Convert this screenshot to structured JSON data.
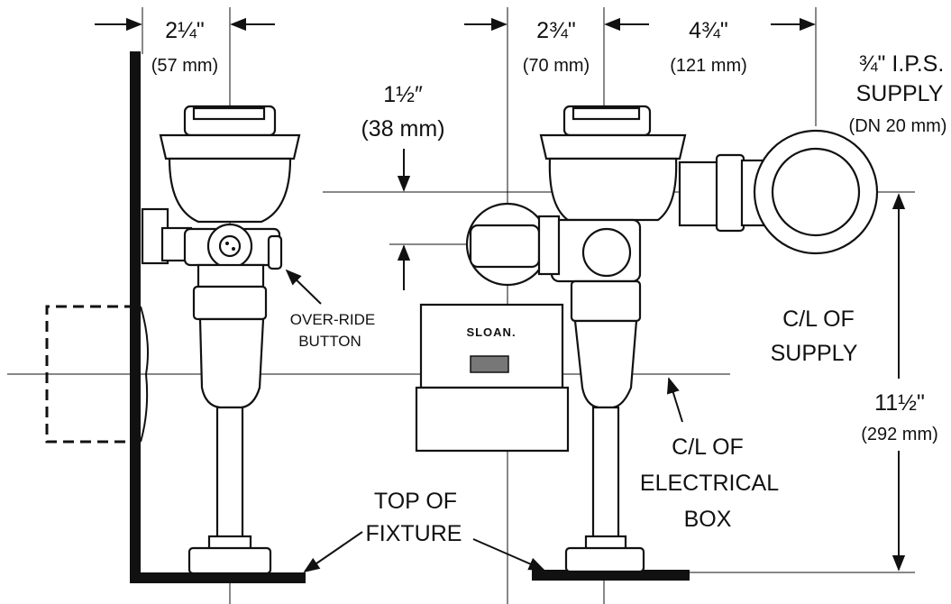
{
  "dimensions": {
    "left_width": {
      "value": "2¼\"",
      "metric": "(57 mm)"
    },
    "height_small": {
      "value": "1½″",
      "metric": "(38 mm)"
    },
    "mid_width": {
      "value": "2¾\"",
      "metric": "(70 mm)"
    },
    "right_width": {
      "value": "4¾\"",
      "metric": "(121 mm)"
    },
    "total_height": {
      "value": "11½\"",
      "metric": "(292 mm)"
    }
  },
  "supply": {
    "line1": "¾\" I.P.S.",
    "line2": "SUPPLY",
    "line3": "(DN 20 mm)"
  },
  "labels": {
    "override_line1": "OVER-RIDE",
    "override_line2": "BUTTON",
    "cl_supply_line1": "C/L OF",
    "cl_supply_line2": "SUPPLY",
    "cl_elec_line1": "C/L OF",
    "cl_elec_line2": "ELECTRICAL",
    "cl_elec_line3": "BOX",
    "fixture_line1": "TOP OF",
    "fixture_line2": "FIXTURE",
    "brand": "SLOAN."
  }
}
